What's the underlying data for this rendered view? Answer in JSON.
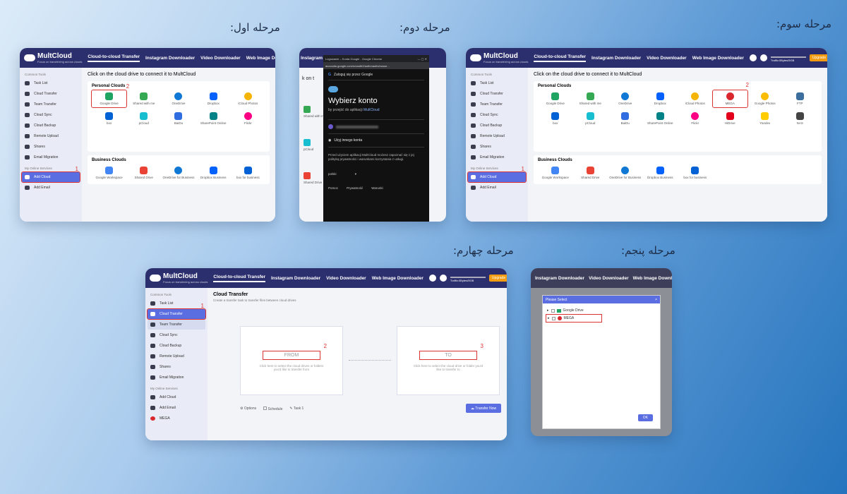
{
  "steps": {
    "step1": "مرحله اول:",
    "step2": "مرحله دوم:",
    "step3": "مرحله سوم:",
    "step4": "مرحله چهارم:",
    "step5": "مرحله پنجم:"
  },
  "app": {
    "brand": "MultCloud",
    "tagline": "Focus on transferring across clouds",
    "nav": [
      "Cloud-to-cloud Transfer",
      "Instagram Downloader",
      "Video Downloader",
      "Web Image Downloader"
    ],
    "traffic": "Traffic:0Bytes/5GB",
    "upgrade": "Upgrade"
  },
  "sidebar": {
    "common_header": "Common Tools",
    "items": [
      "Task List",
      "Cloud Transfer",
      "Team Transfer",
      "Cloud Sync",
      "Cloud Backup",
      "Remote Upload",
      "Shares",
      "Email Migration"
    ],
    "services_header": "My Online Services",
    "services": [
      "Add Cloud",
      "Add Email",
      "MEGA"
    ]
  },
  "connect": {
    "title": "Click on the cloud drive to connect it to MultCloud",
    "personal": "Personal Clouds",
    "business": "Business Clouds",
    "personal_row1_s1": [
      "Google Drive",
      "Shared with me",
      "OneDrive",
      "Dropbox",
      "iCloud Photos"
    ],
    "personal_row2_s1": [
      "box",
      "pCloud",
      "BaiDu",
      "SharePoint Online",
      "Flickr"
    ],
    "business_s1": [
      "Google Workspace",
      "Shared Drive",
      "OneDrive for Business",
      "Dropbox Business",
      "box for business"
    ],
    "personal_row1_s3": [
      "Google Drive",
      "Shared with me",
      "OneDrive",
      "Dropbox",
      "iCloud Photos",
      "MEGA",
      "Google Photos",
      "FTP"
    ],
    "personal_row2_s3": [
      "box",
      "pCloud",
      "BaiDu",
      "SharePoint Online",
      "Flickr",
      "HiDrive",
      "Yandex",
      "NAS"
    ],
    "business_s3": [
      "Google Workspace",
      "Shared Drive",
      "OneDrive for Business",
      "Dropbox Business",
      "box for business"
    ]
  },
  "google": {
    "window_title": "Logowanie – Konta Google - Google Chrome",
    "url": "accounts.google.com/o/oauth2/auth/oauthchoose...",
    "signin": "Zaloguj się przez Google",
    "heading": "Wybierz konto",
    "sub_prefix": "by przejść do aplikacji",
    "sub_app": "MultCloud",
    "other": "Użyj innego konta",
    "privacy": "Przed użyciem aplikacji MultCloud możesz zapoznać się z jej polityką prywatności i warunkami korzystania z usługi.",
    "lang": "polski",
    "footer": [
      "Pomoc",
      "Prywatność",
      "Warunki"
    ],
    "bg_items": [
      "Shared with me",
      "pCloud",
      "Shared Drive"
    ]
  },
  "transfer": {
    "title": "Cloud Transfer",
    "subtitle": "Create a transfer task to transfer files between cloud drives",
    "from": "FROM",
    "to": "TO",
    "from_hint": "Click here to select the cloud drives or folders you'd like to transfer from",
    "to_hint": "Click here to select the cloud drive or folder you'd like to transfer to",
    "options": "Options",
    "schedule": "Schedule",
    "task": "Task 1",
    "transfer_now": "Transfer Now"
  },
  "select": {
    "title": "Please Select",
    "items": [
      "Google Drive",
      "MEGA"
    ],
    "ok": "OK",
    "close": "×"
  },
  "markers": {
    "one": "1",
    "two": "2",
    "three": "3"
  }
}
